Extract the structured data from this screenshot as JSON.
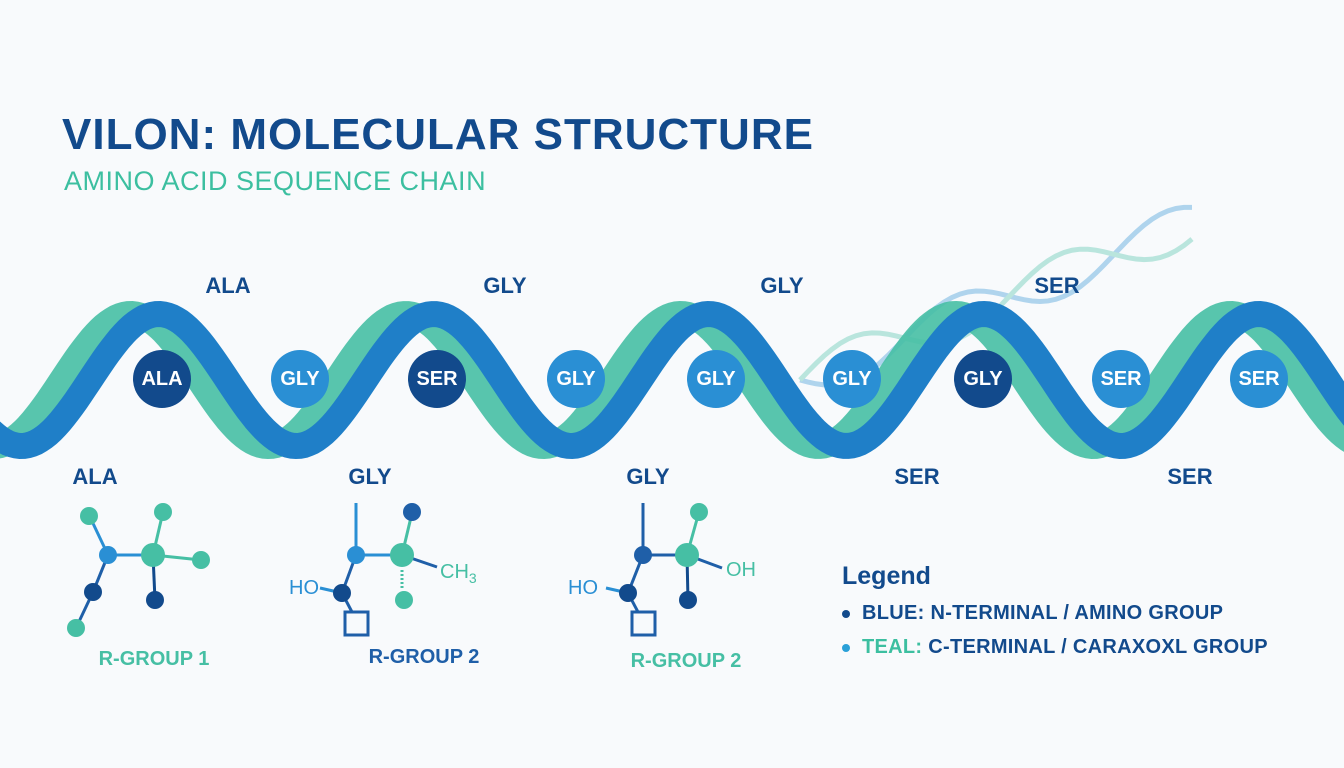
{
  "title": "VILON: MOLECULAR STRUCTURE",
  "subtitle": "AMINO ACID SEQUENCE CHAIN",
  "colors": {
    "dark_blue": "#124a8c",
    "blue": "#2a8fd4",
    "teal": "#46bfa4"
  },
  "top_labels": [
    "ALA",
    "GLY",
    "GLY",
    "SER"
  ],
  "bottom_labels": [
    "ALA",
    "GLY",
    "GLY",
    "SER",
    "SER"
  ],
  "chain_nodes": [
    {
      "label": "ALA",
      "tone": "dark"
    },
    {
      "label": "GLY",
      "tone": "blue"
    },
    {
      "label": "SER",
      "tone": "dark"
    },
    {
      "label": "GLY",
      "tone": "blue"
    },
    {
      "label": "GLY",
      "tone": "blue"
    },
    {
      "label": "GLY",
      "tone": "blue"
    },
    {
      "label": "GLY",
      "tone": "dark"
    },
    {
      "label": "SER",
      "tone": "blue"
    },
    {
      "label": "SER",
      "tone": "blue"
    }
  ],
  "molecules": [
    {
      "caption": "R-GROUP 1"
    },
    {
      "caption": "R-GROUP 2",
      "left_group": "HO",
      "right_group": "CH",
      "right_sub": "3"
    },
    {
      "caption": "R-GROUP 2",
      "left_group": "HO",
      "right_group": "OH"
    }
  ],
  "legend": {
    "title": "Legend",
    "items": [
      {
        "key": "BLUE:",
        "text": " N-TERMINAL / AMINO GROUP"
      },
      {
        "key": "TEAL:",
        "text": " C-TERMINAL / CARAXOXL GROUP"
      }
    ]
  }
}
